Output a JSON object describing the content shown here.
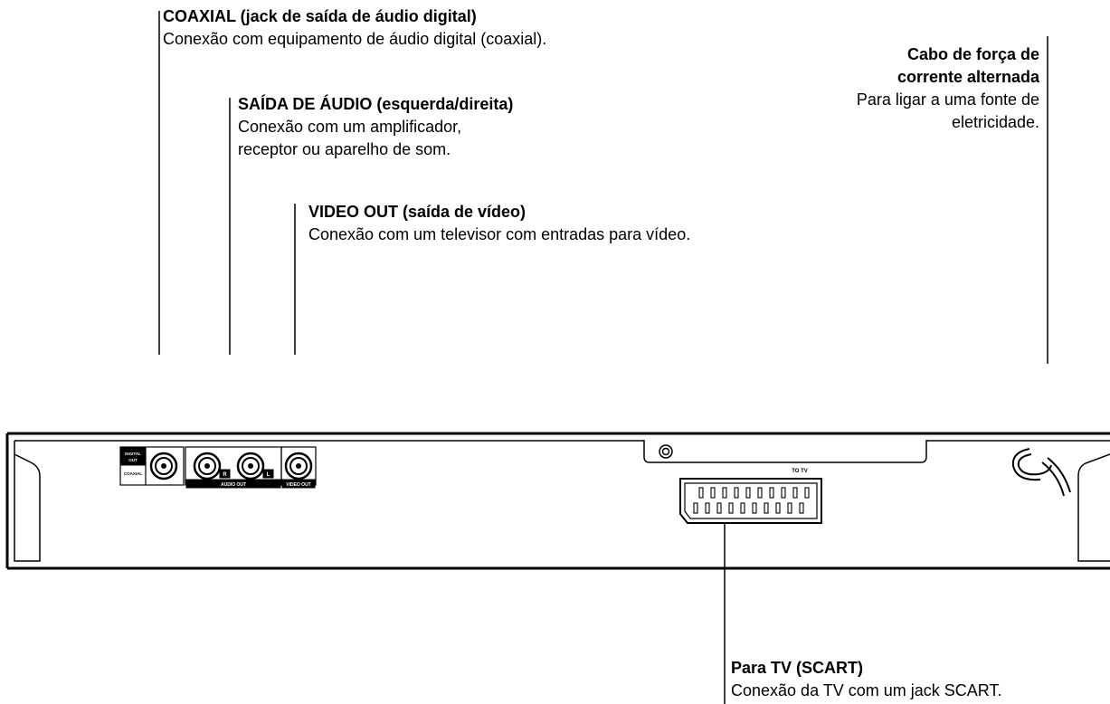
{
  "callouts": {
    "coaxial": {
      "title": "COAXIAL (jack de saída de áudio digital)",
      "text": "Conexão com equipamento de áudio digital (coaxial)."
    },
    "audio_out": {
      "title": "SAÍDA DE ÁUDIO (esquerda/direita)",
      "line1": "Conexão com um amplificador,",
      "line2": "receptor ou aparelho de som."
    },
    "video_out": {
      "title": "VIDEO OUT (saída de vídeo)",
      "text": "Conexão com um televisor com entradas para vídeo."
    },
    "power": {
      "title1": "Cabo de força de",
      "title2": "corrente alternada",
      "line1": "Para ligar a uma fonte de",
      "line2": "eletricidade."
    },
    "scart": {
      "title": "Para TV (SCART)",
      "text": "Conexão da TV com um jack SCART."
    }
  },
  "panel_labels": {
    "digital_out": [
      "DIGITAL",
      "OUT"
    ],
    "coaxial": "COAXIAL",
    "audio_out": "AUDIO OUT",
    "r": "R",
    "l": "L",
    "video_out": "VIDEO OUT",
    "to_tv": "TO TV"
  }
}
